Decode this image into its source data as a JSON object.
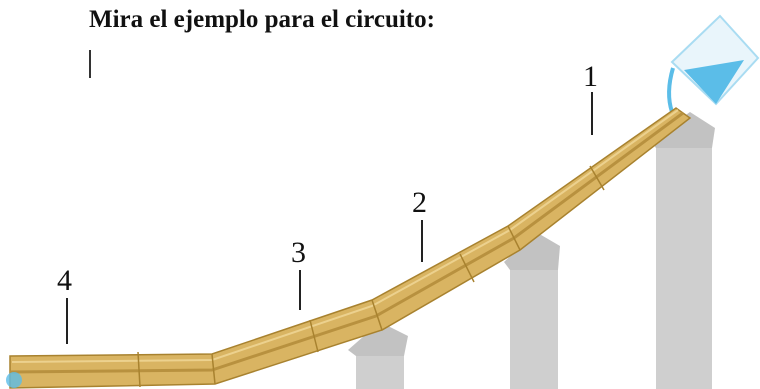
{
  "title": "Mira el ejemplo para el circuito:",
  "labels": [
    "1",
    "2",
    "3",
    "4"
  ],
  "colors": {
    "wood": "#d9b462",
    "wood_dark": "#b8913f",
    "wood_light": "#ecd18e",
    "pillar": "#cfcfcf",
    "pillar_top": "#bdbdbd",
    "water": "#5bbde8",
    "water_light": "#a9dcf2"
  }
}
